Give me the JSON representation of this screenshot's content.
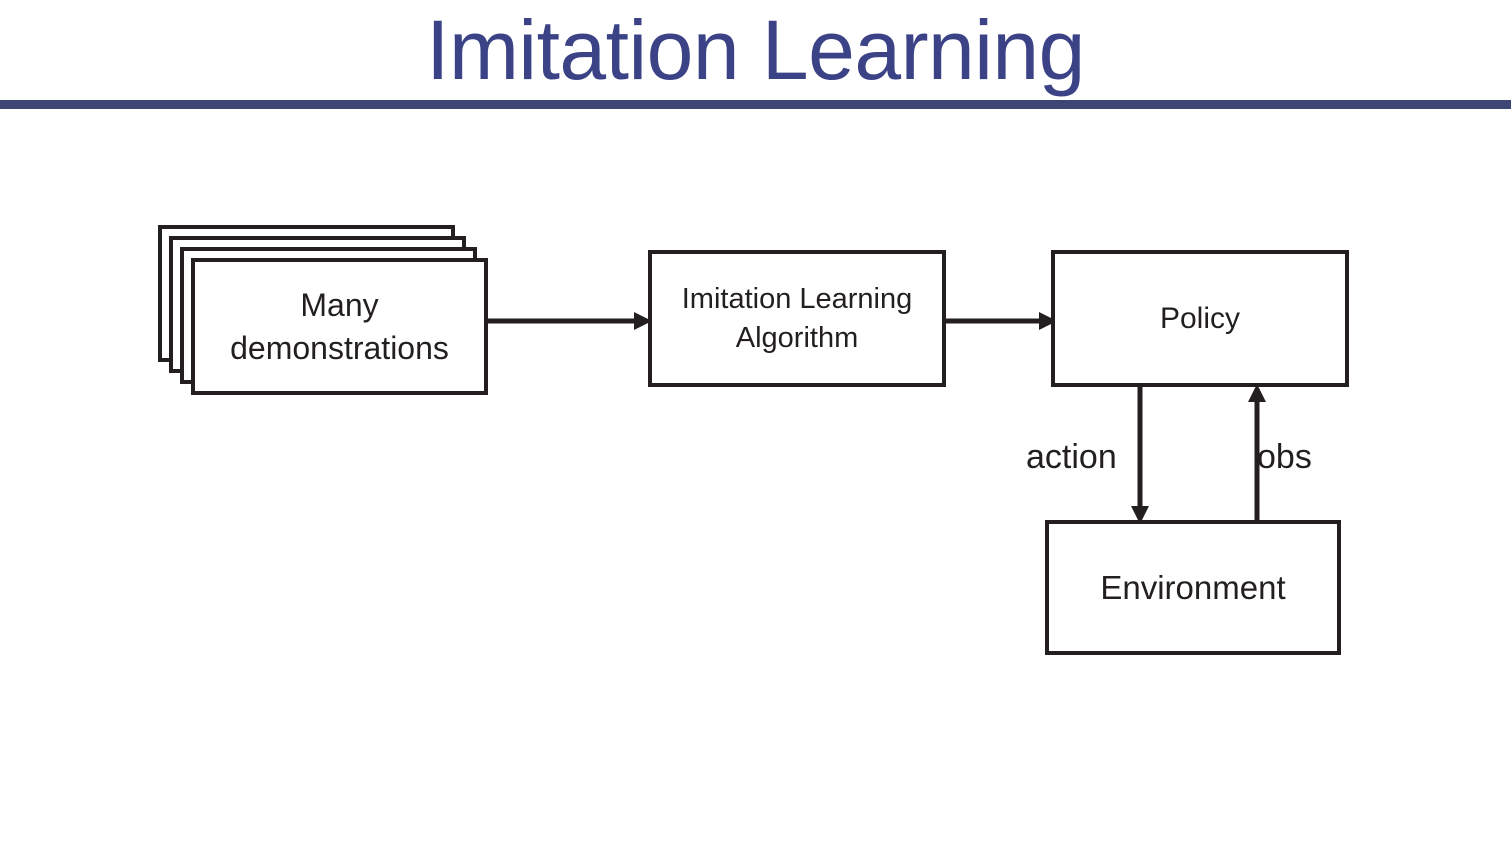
{
  "slide": {
    "title": "Imitation Learning",
    "title_color": "#3b4386",
    "rule_color": "#3e4675",
    "background_color": "#ffffff",
    "stroke_color": "#231f20"
  },
  "diagram": {
    "type": "flowchart",
    "nodes": [
      {
        "id": "demonstrations",
        "label": "Many\ndemonstrations",
        "shape": "stacked-cards",
        "card_count": 4
      },
      {
        "id": "algorithm",
        "label": "Imitation Learning\nAlgorithm",
        "shape": "rectangle"
      },
      {
        "id": "policy",
        "label": "Policy",
        "shape": "rectangle"
      },
      {
        "id": "environment",
        "label": "Environment",
        "shape": "rectangle"
      }
    ],
    "edges": [
      {
        "id": "demos-to-algo",
        "from": "demonstrations",
        "to": "algorithm",
        "label": "",
        "direction": "right"
      },
      {
        "id": "algo-to-policy",
        "from": "algorithm",
        "to": "policy",
        "label": "",
        "direction": "right"
      },
      {
        "id": "policy-to-env",
        "from": "policy",
        "to": "environment",
        "label": "action",
        "direction": "down"
      },
      {
        "id": "env-to-policy",
        "from": "environment",
        "to": "policy",
        "label": "obs",
        "direction": "up"
      }
    ]
  }
}
